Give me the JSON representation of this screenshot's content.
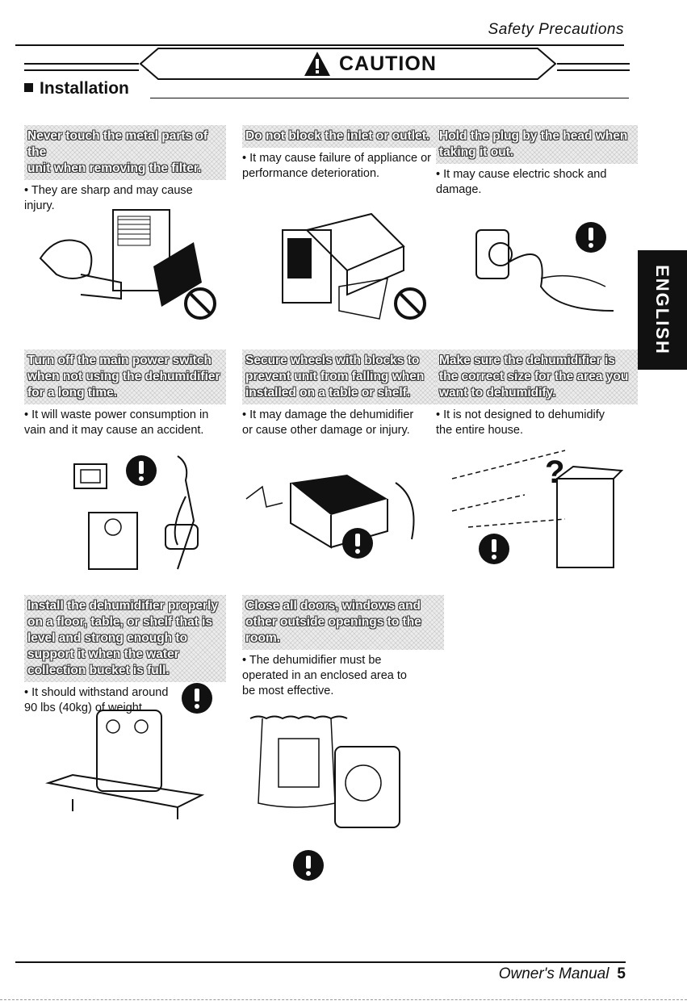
{
  "header": {
    "title": "Safety  Precautions"
  },
  "caution": {
    "label": "CAUTION"
  },
  "section": {
    "title": "Installation"
  },
  "side_tab": {
    "label": "ENGLISH"
  },
  "items": [
    {
      "headline": "Never touch the metal parts of the\nunit when removing the filter.",
      "note": "• They are sharp and may cause\n  injury.",
      "mark": "prohibition-icon"
    },
    {
      "headline": "Do not block the inlet or outlet.",
      "note": "• It may cause failure of appliance or\n  performance deterioration.",
      "mark": "prohibition-icon"
    },
    {
      "headline": "Hold the plug by the head when\ntaking it out.",
      "note": "• It may cause electric shock and\n  damage.",
      "mark": "mandatory-icon"
    },
    {
      "headline": "Turn off the main power switch\nwhen not using the dehumidifier\nfor a long time.",
      "note": "• It will waste power consumption in\n  vain and it may cause an accident.",
      "mark": "mandatory-icon"
    },
    {
      "headline": "Secure wheels with blocks to\nprevent unit from falling when\ninstalled on a table or shelf.",
      "note": "• It may damage the dehumidifier\n  or cause other damage or injury.",
      "mark": "mandatory-icon"
    },
    {
      "headline": "Make sure the dehumidifier is\nthe correct size for the area you\nwant to dehumidify.",
      "note": "• It is not designed to dehumidify\n  the entire house.",
      "mark": "mandatory-icon"
    },
    {
      "headline": "Install the dehumidifier properly\non a floor, table, or shelf that is\nlevel and strong enough to\nsupport it when the water\ncollection bucket is full.",
      "note": "• It should withstand around\n  90 lbs (40kg) of weight.",
      "mark": "mandatory-icon"
    },
    {
      "headline": "Close all doors, windows and\nother outside openings to the\nroom.",
      "note": "• The dehumidifier must be\n  operated in an enclosed area to\n  be most effective.",
      "mark": "mandatory-icon"
    }
  ],
  "footer": {
    "manual": "Owner's Manual",
    "page": "5"
  }
}
